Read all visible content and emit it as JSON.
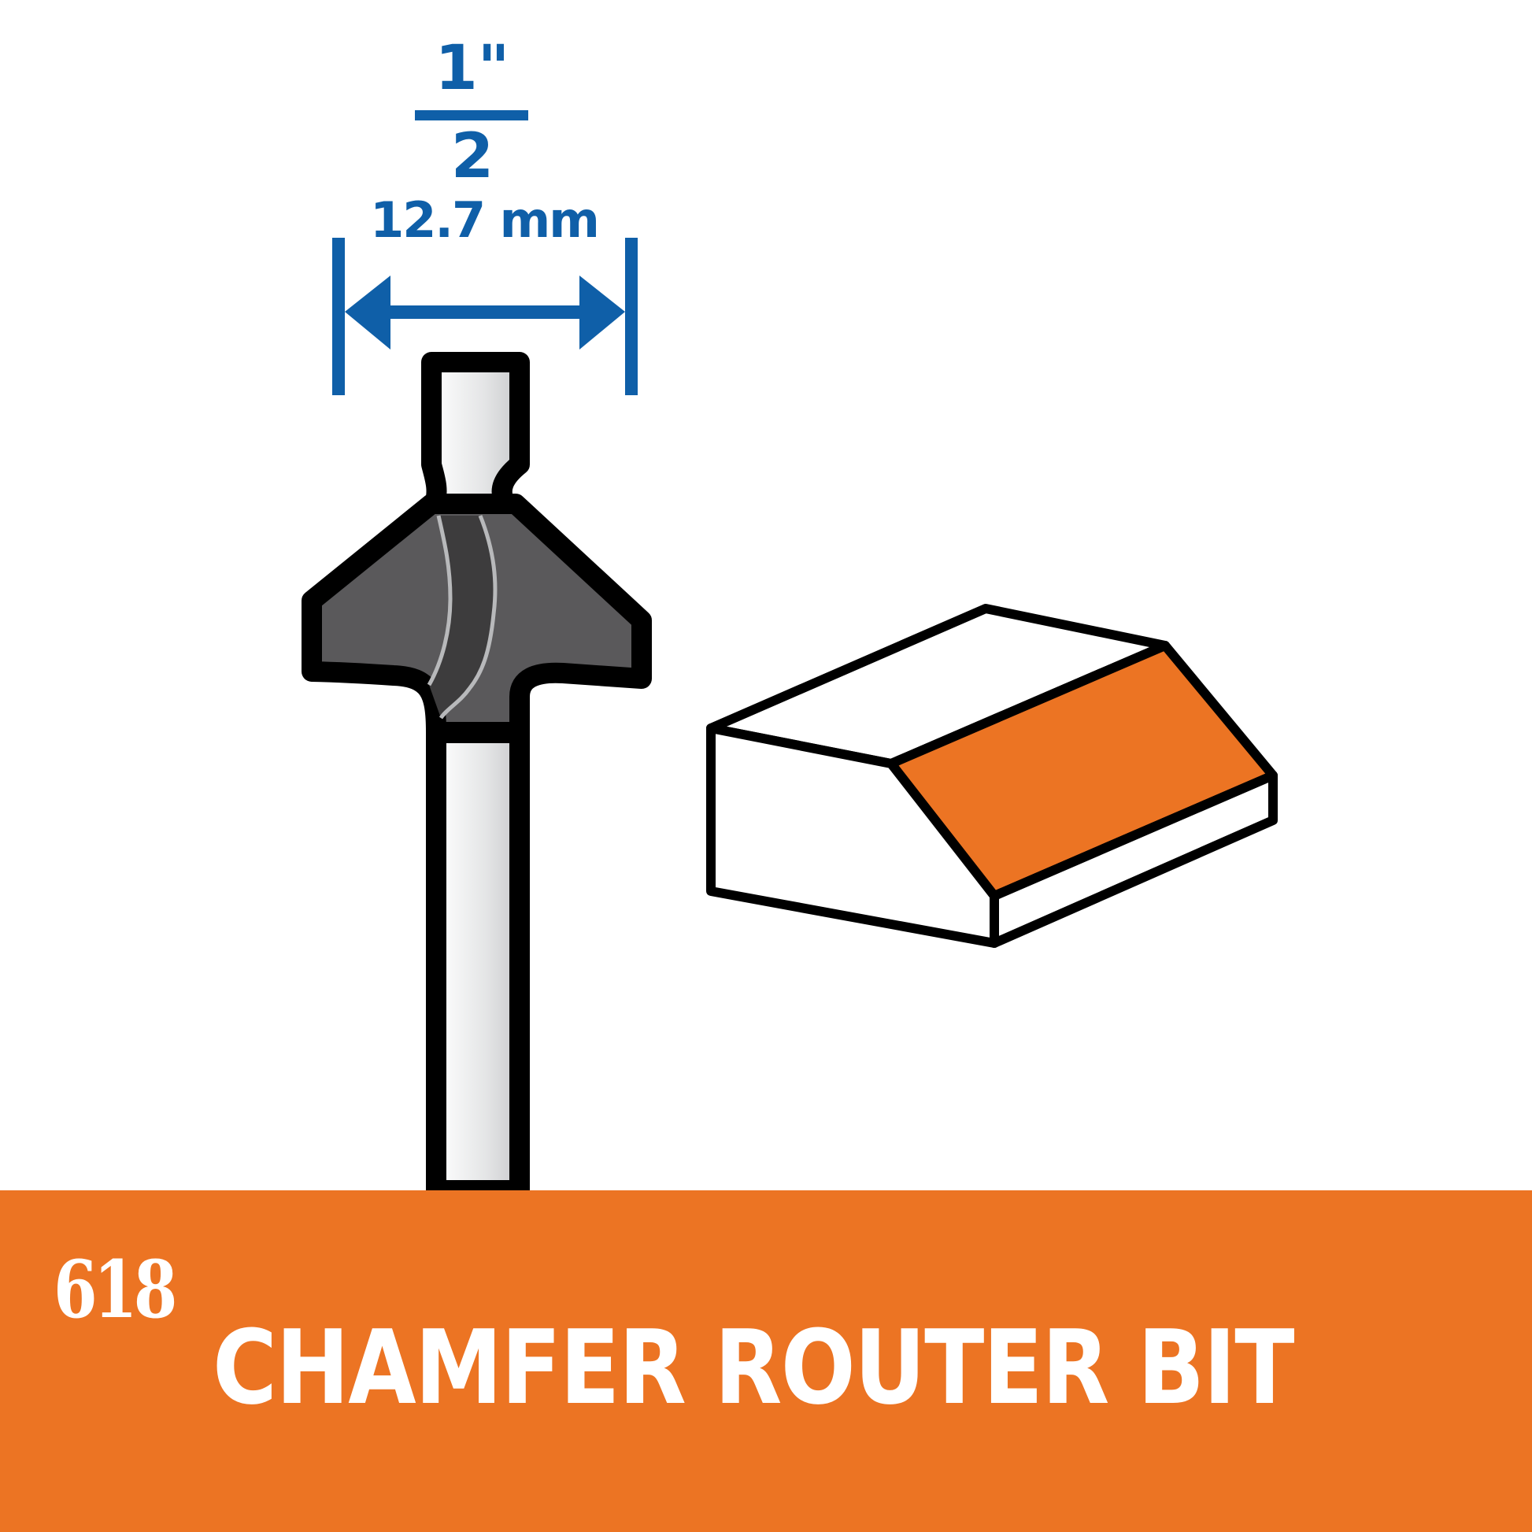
{
  "dimension": {
    "fraction_numerator": "1\"",
    "fraction_denominator": "2",
    "metric": "12.7 mm",
    "color": "#0f5fa8"
  },
  "illustrations": {
    "router_bit": {
      "icon": "chamfer-router-bit-icon",
      "outline": "#000000",
      "cutter_fill": "#5a595b",
      "flute_fill": "#3d3c3d",
      "shank_fill": "#e6e7e8"
    },
    "workpiece": {
      "icon": "chamfered-block-icon",
      "chamfer_fill": "#ec7423",
      "face_fill": "#ffffff"
    }
  },
  "footer": {
    "part_number": "618",
    "product_name": "CHAMFER ROUTER BIT",
    "background": "#ec7423",
    "text_color": "#ffffff"
  }
}
